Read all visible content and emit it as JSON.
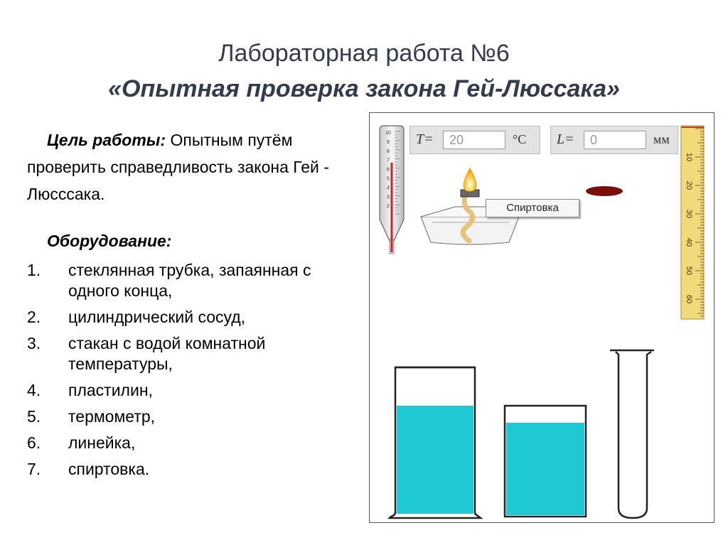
{
  "title": {
    "line1": "Лабораторная работа №6",
    "line2": "«Опытная проверка закона Гей-Люссака»"
  },
  "goal": {
    "label": "Цель работы:",
    "text": " Опытным путём проверить справедливость закона Гей - Люсссака."
  },
  "equipment": {
    "heading": "Оборудование:",
    "items": [
      {
        "num": "1.",
        "text": "стеклянная трубка, запаянная с одного конца,"
      },
      {
        "num": "2.",
        "text": "цилиндрический сосуд,"
      },
      {
        "num": "3.",
        "text": "стакан с водой комнатной температуры,"
      },
      {
        "num": "4.",
        "text": "пластилин,"
      },
      {
        "num": "5.",
        "text": "термометр,"
      },
      {
        "num": "6.",
        "text": "линейка,"
      },
      {
        "num": "7.",
        "text": "спиртовка."
      }
    ]
  },
  "simulation": {
    "temperature": {
      "symbol": "T=",
      "value": "20",
      "unit": "°C"
    },
    "length": {
      "symbol": "L=",
      "value": "0",
      "unit": "мм"
    },
    "burner_tooltip": "Спиртовка",
    "ruler_labels": [
      "10",
      "20",
      "30",
      "40",
      "50",
      "60"
    ],
    "thermometer_labels": [
      "10",
      "9",
      "8",
      "7",
      "6",
      "5",
      "4",
      "3",
      "2"
    ],
    "colors": {
      "water": "#1fc9d3",
      "ruler": "#f1da7c",
      "plasticine": "#7a0e0e",
      "flame": "#ffcc33",
      "thermometer_liquid": "#d42020"
    }
  }
}
